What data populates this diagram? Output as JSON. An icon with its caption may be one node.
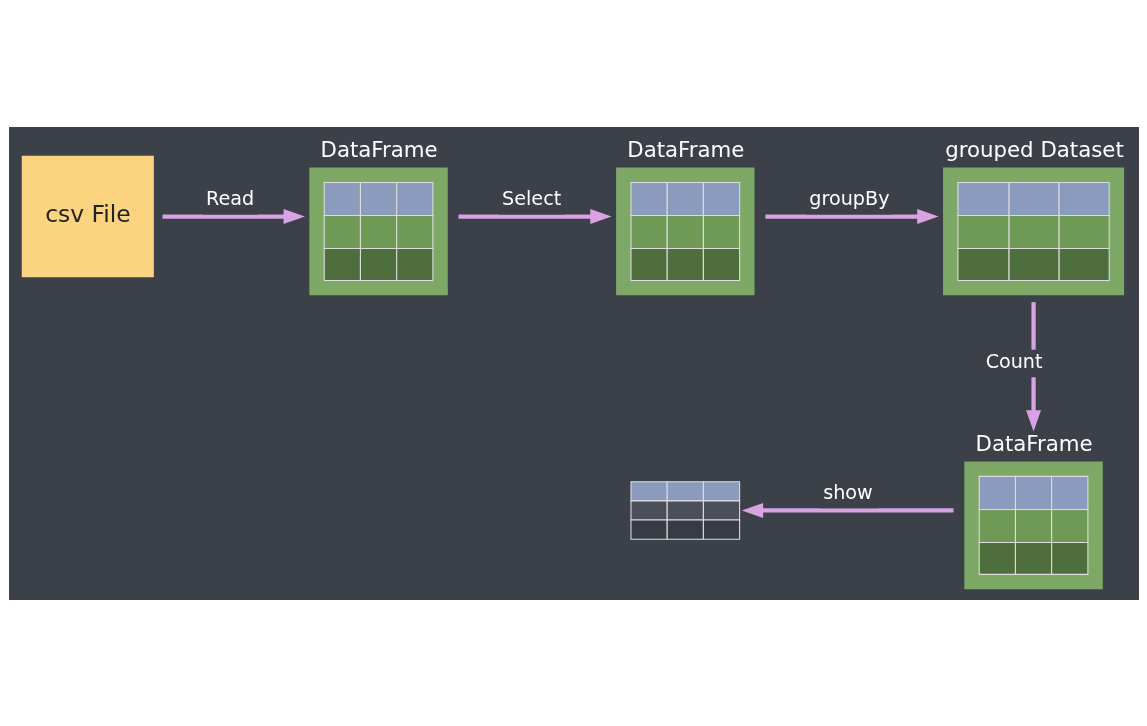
{
  "diagram": {
    "nodes": [
      {
        "text": [
          "csv File"
        ]
      },
      {
        "text": [
          "DataFrame"
        ]
      },
      {
        "text": [
          "DataFrame"
        ]
      },
      {
        "text": [
          "grouped Dataset"
        ]
      },
      {
        "text": [
          "DataFrame"
        ]
      },
      {
        "text": [],
        "shape": "box"
      }
    ],
    "edges": [
      {
        "from": 0,
        "to": 1,
        "arrow": "to",
        "label": "Read"
      },
      {
        "from": 1,
        "to": 2,
        "arrow": "to",
        "label": "Select"
      },
      {
        "from": 2,
        "to": 3,
        "arrow": "to",
        "label": "groupBy"
      },
      {
        "from": 3,
        "to": 4,
        "arrow": "to",
        "label": "Count"
      },
      {
        "from": 4,
        "to": 5,
        "arrow": "to",
        "label": "show"
      }
    ]
  }
}
